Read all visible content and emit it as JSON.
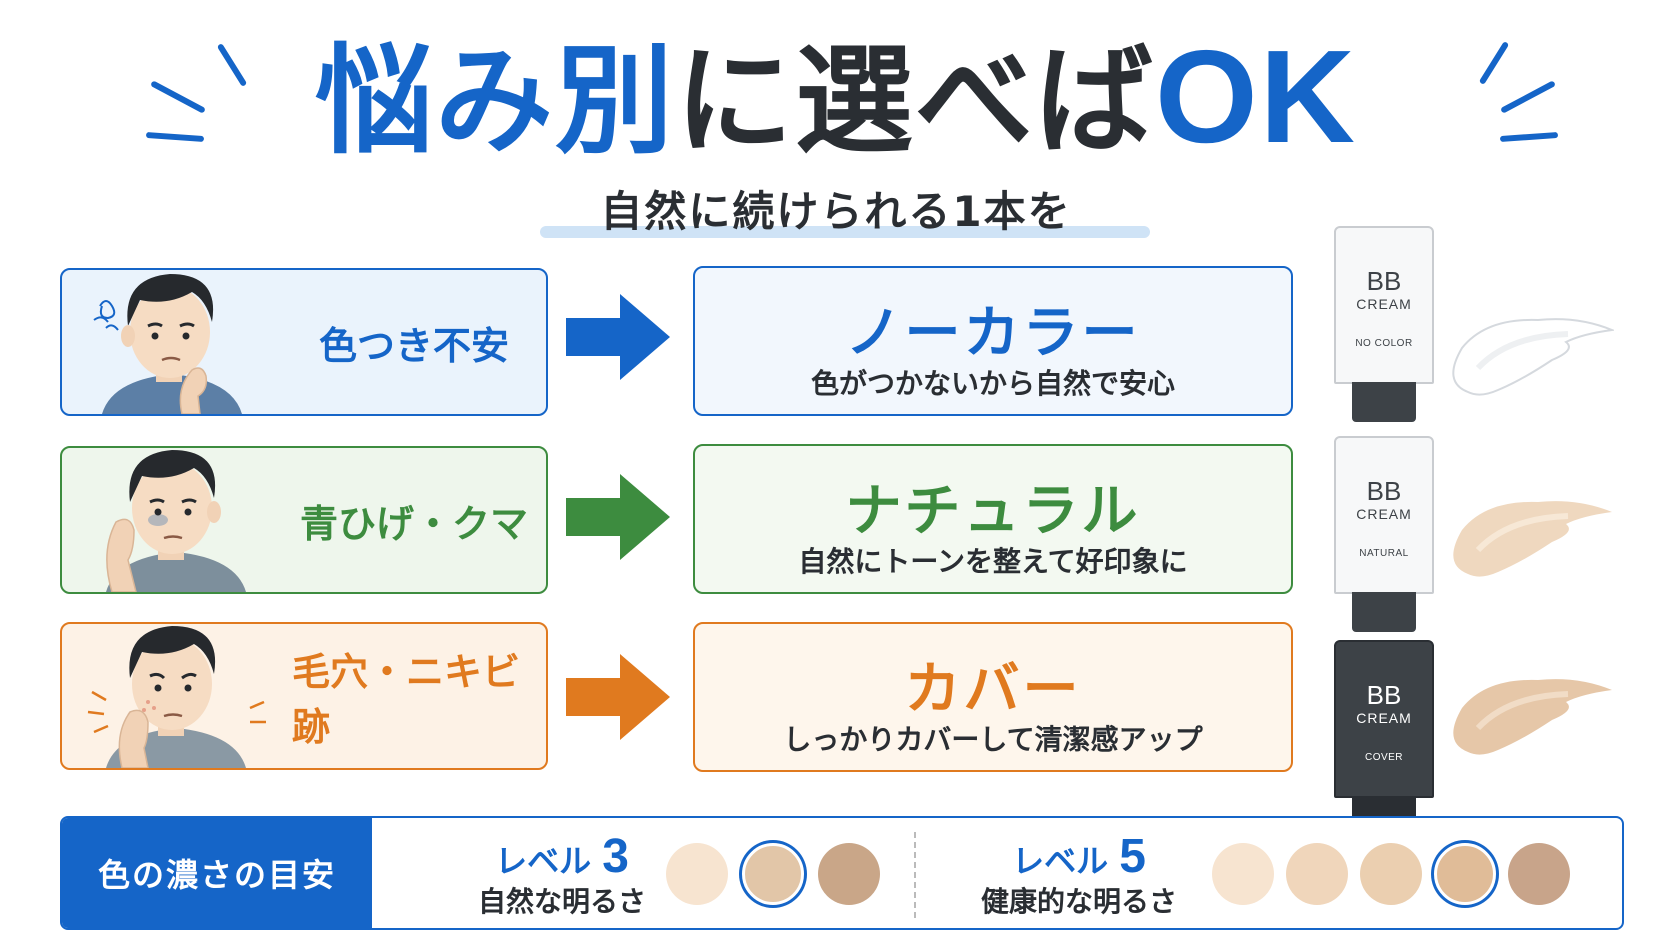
{
  "header": {
    "title_part1": "悩み別",
    "title_part2": "に選べば",
    "title_part3": "OK",
    "subtitle": "自然に続けられる1本を"
  },
  "colors": {
    "blue": "#1565c8",
    "green": "#3d8c3f",
    "orange": "#e07a1f",
    "dark": "#2a2e33"
  },
  "rows": [
    {
      "worry": "色つき不安",
      "face_icon": "worried-man-icon",
      "solution_name": "ノーカラー",
      "solution_desc": "色がつかないから自然で安心",
      "tube": {
        "bb": "BB",
        "cream": "CREAM",
        "variant": "NO COLOR",
        "color": "#ffffff"
      },
      "swatch_color": "#ffffff"
    },
    {
      "worry": "青ひげ・クマ",
      "face_icon": "tired-man-icon",
      "solution_name": "ナチュラル",
      "solution_desc": "自然にトーンを整えて好印象に",
      "tube": {
        "bb": "BB",
        "cream": "CREAM",
        "variant": "NATURAL",
        "color": "#ffffff"
      },
      "swatch_color": "#efd8bf"
    },
    {
      "worry": "毛穴・ニキビ跡",
      "face_icon": "concerned-man-icon",
      "solution_name": "カバー",
      "solution_desc": "しっかりカバーして清潔感アップ",
      "tube": {
        "bb": "BB",
        "cream": "CREAM",
        "variant": "COVER",
        "color": "#3d4247"
      },
      "swatch_color": "#e6c7a8"
    }
  ],
  "guide": {
    "heading": "色の濃さの目安",
    "levels": [
      {
        "label": "レベル",
        "number": "3",
        "desc": "自然な明るさ",
        "swatches": [
          "#f7e4d0",
          "#e2c6a8",
          "#c9a688"
        ],
        "selected": 1
      },
      {
        "label": "レベル",
        "number": "5",
        "desc": "健康的な明るさ",
        "swatches": [
          "#f7e4d0",
          "#f0d6bb",
          "#ebcfb0",
          "#e0bc98",
          "#c8a48a"
        ],
        "selected": 3
      }
    ]
  }
}
